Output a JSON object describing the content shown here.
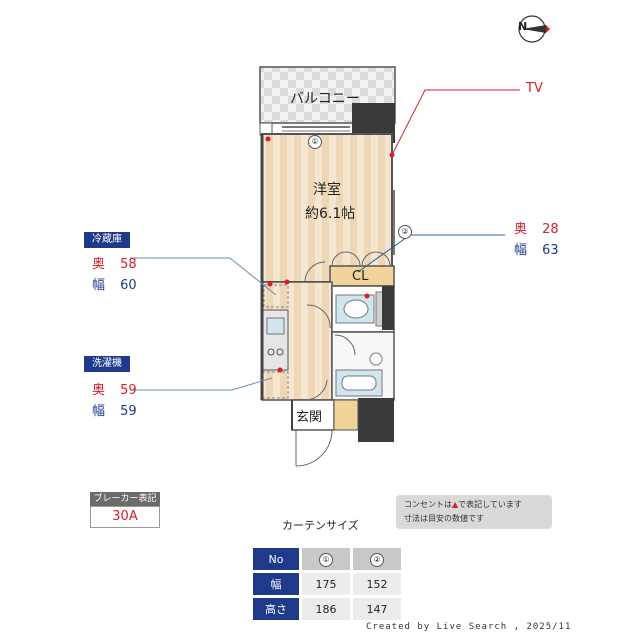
{
  "compass": {
    "label": "N"
  },
  "rooms": {
    "balcony": "バルコニー",
    "western_room": "洋室",
    "western_room_size": "約6.1帖",
    "closet": "CL",
    "entrance": "玄関"
  },
  "markers": {
    "window1": "①",
    "window2": "②"
  },
  "tv_label": "TV",
  "closet_dims": {
    "depth_label": "奥",
    "depth": "28",
    "width_label": "幅",
    "width": "63"
  },
  "fridge": {
    "title": "冷蔵庫",
    "depth_label": "奥",
    "depth": "58",
    "width_label": "幅",
    "width": "60"
  },
  "washer": {
    "title": "洗濯機",
    "depth_label": "奥",
    "depth": "59",
    "width_label": "幅",
    "width": "59"
  },
  "breaker": {
    "label": "ブレーカー表記",
    "value": "30A"
  },
  "note": {
    "line1": "コンセントは",
    "line1b": "で表記しています",
    "line2": "寸法は目安の数値です"
  },
  "curtain": {
    "title": "カーテンサイズ",
    "header": [
      "No",
      "①",
      "②"
    ],
    "rows": [
      {
        "label": "幅",
        "values": [
          "175",
          "152"
        ]
      },
      {
        "label": "高さ",
        "values": [
          "186",
          "147"
        ]
      }
    ]
  },
  "credit": "Created by Live Search , 2025/11",
  "colors": {
    "accent_red": "#d81e2e",
    "accent_blue": "#1f3a8a",
    "floor": "#f3e1c6"
  }
}
